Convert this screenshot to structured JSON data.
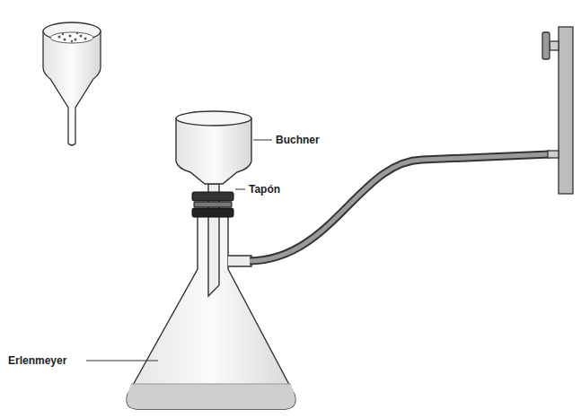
{
  "diagram": {
    "labels": [
      "Buchner",
      "Tapón",
      "Erlenmeyer"
    ]
  }
}
